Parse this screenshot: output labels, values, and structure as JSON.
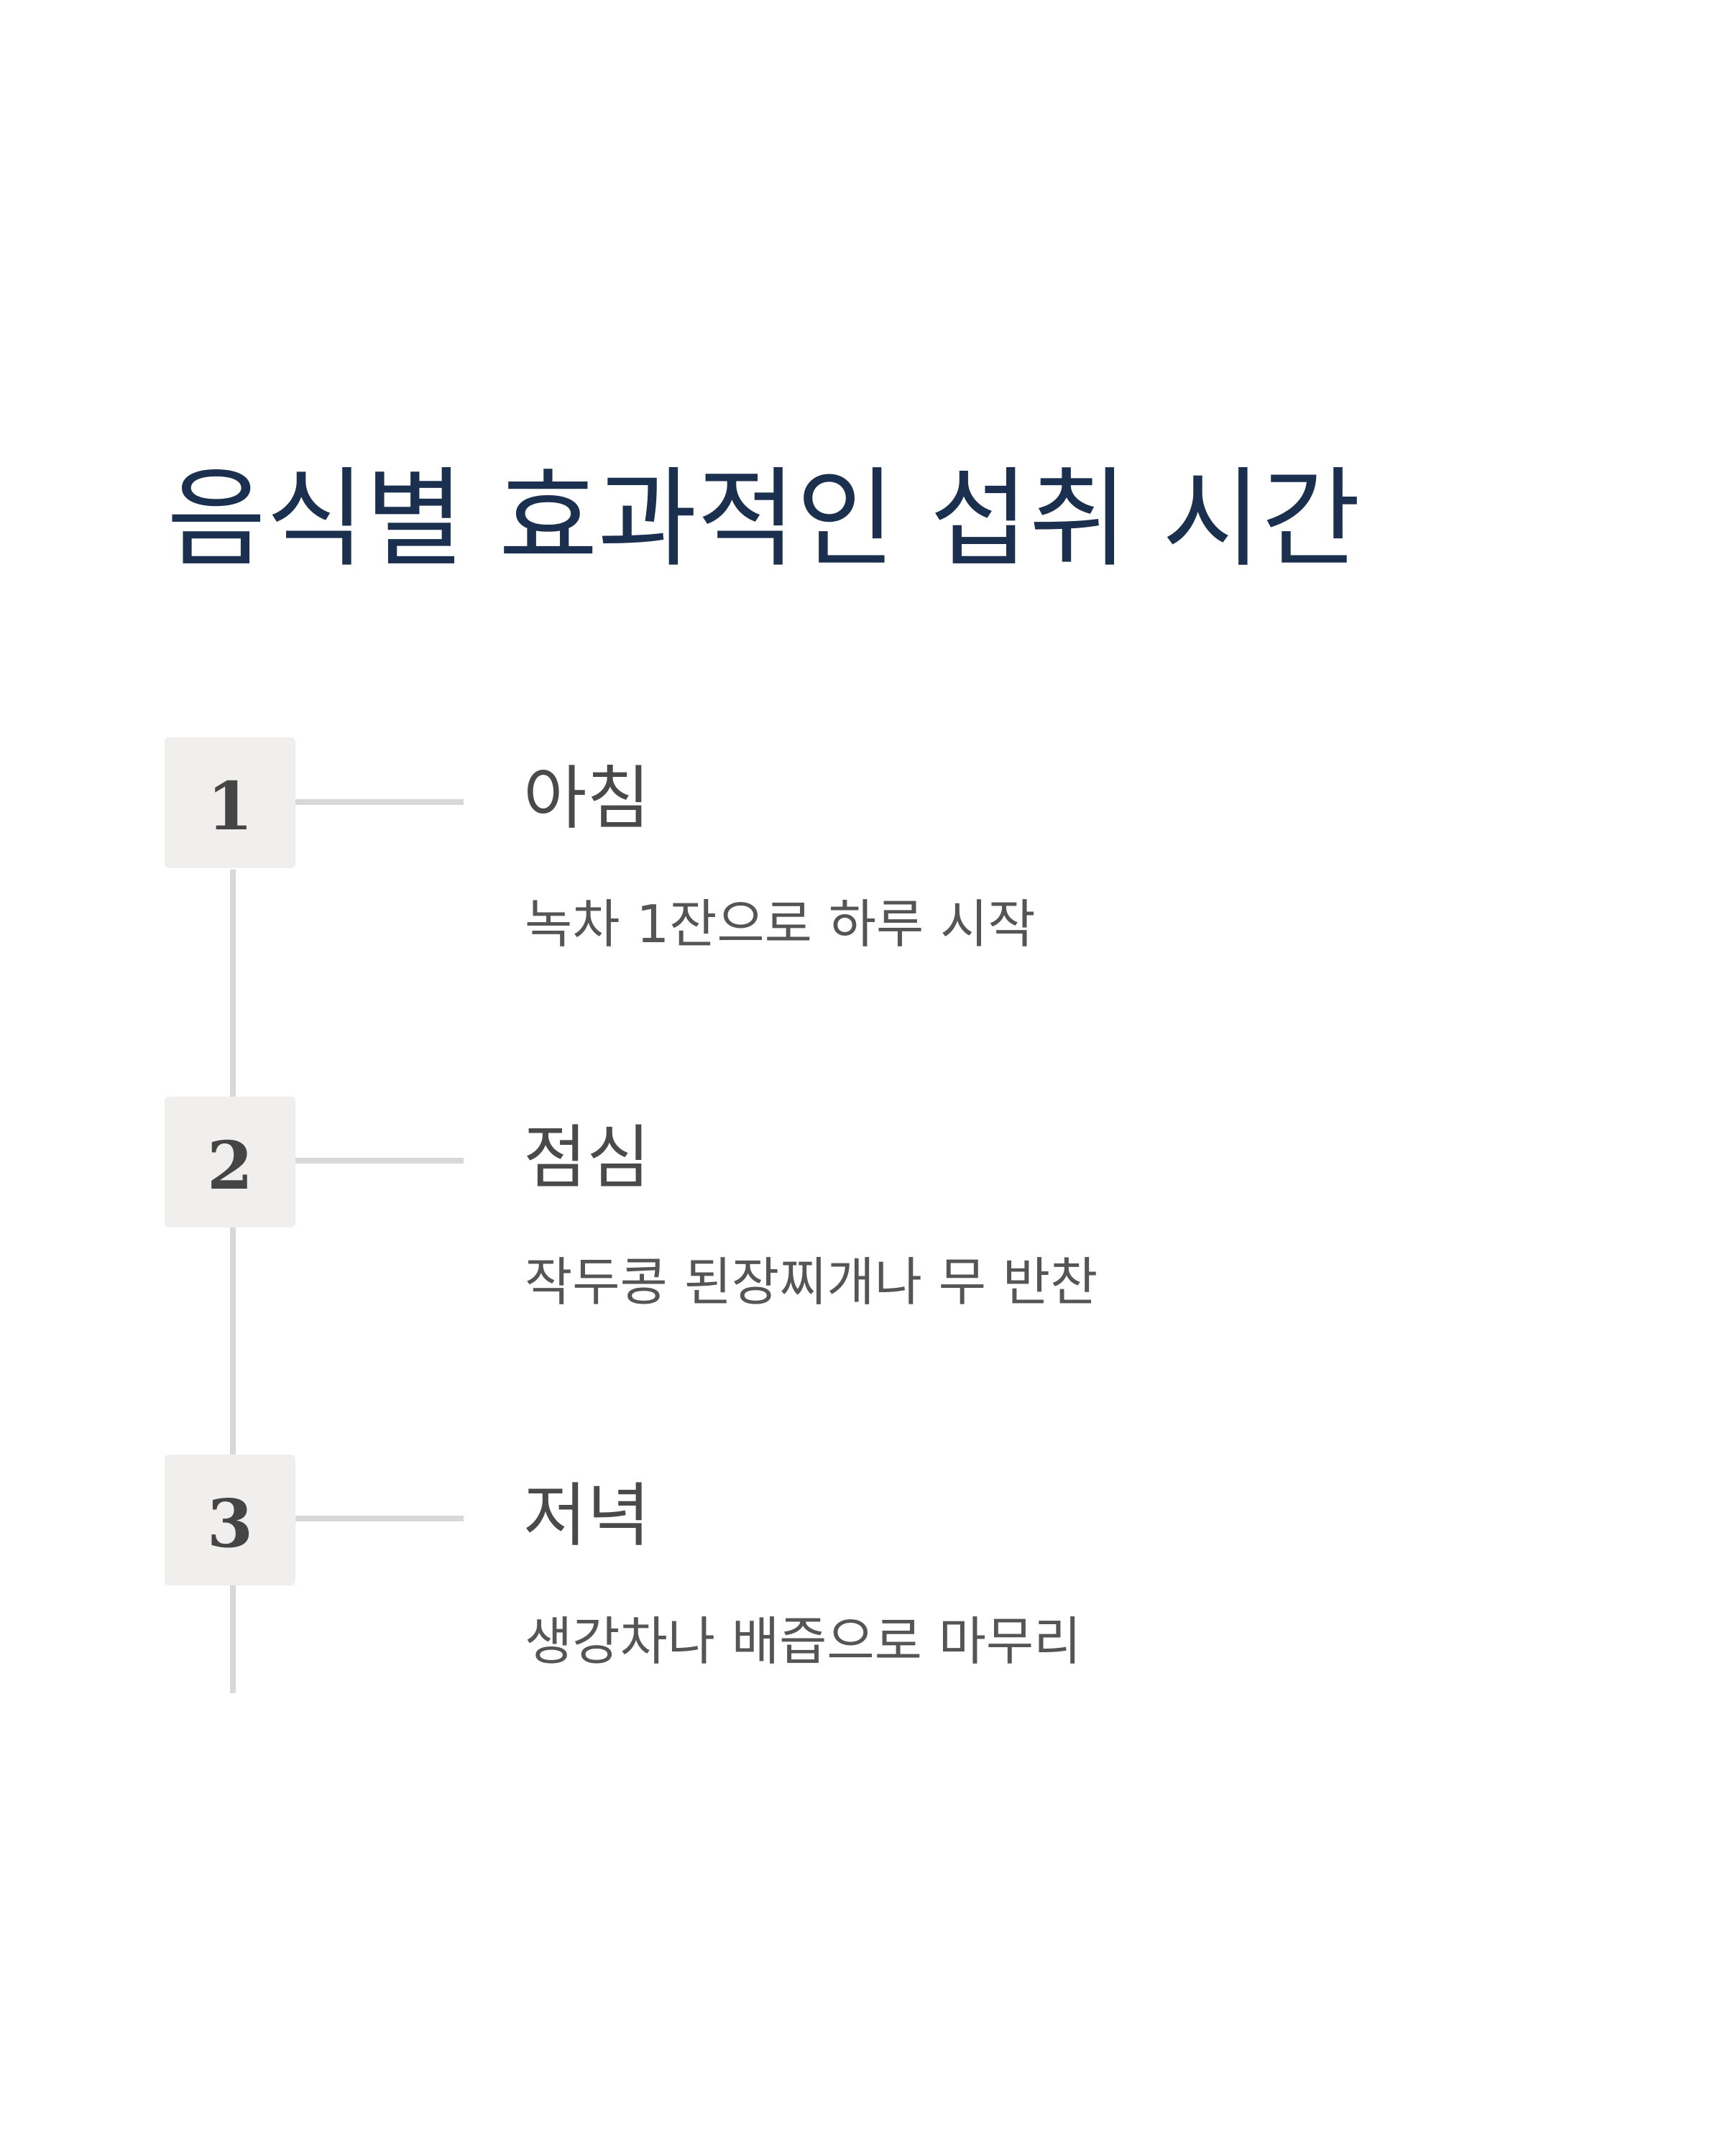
{
  "title": "음식별 효과적인 섭취 시간",
  "steps": [
    {
      "number": "1",
      "heading": "아침",
      "description": "녹차 1잔으로 하루 시작"
    },
    {
      "number": "2",
      "heading": "점심",
      "description": "작두콩 된장찌개나 무 반찬"
    },
    {
      "number": "3",
      "heading": "저녁",
      "description": "생강차나 배즙으로 마무리"
    }
  ]
}
